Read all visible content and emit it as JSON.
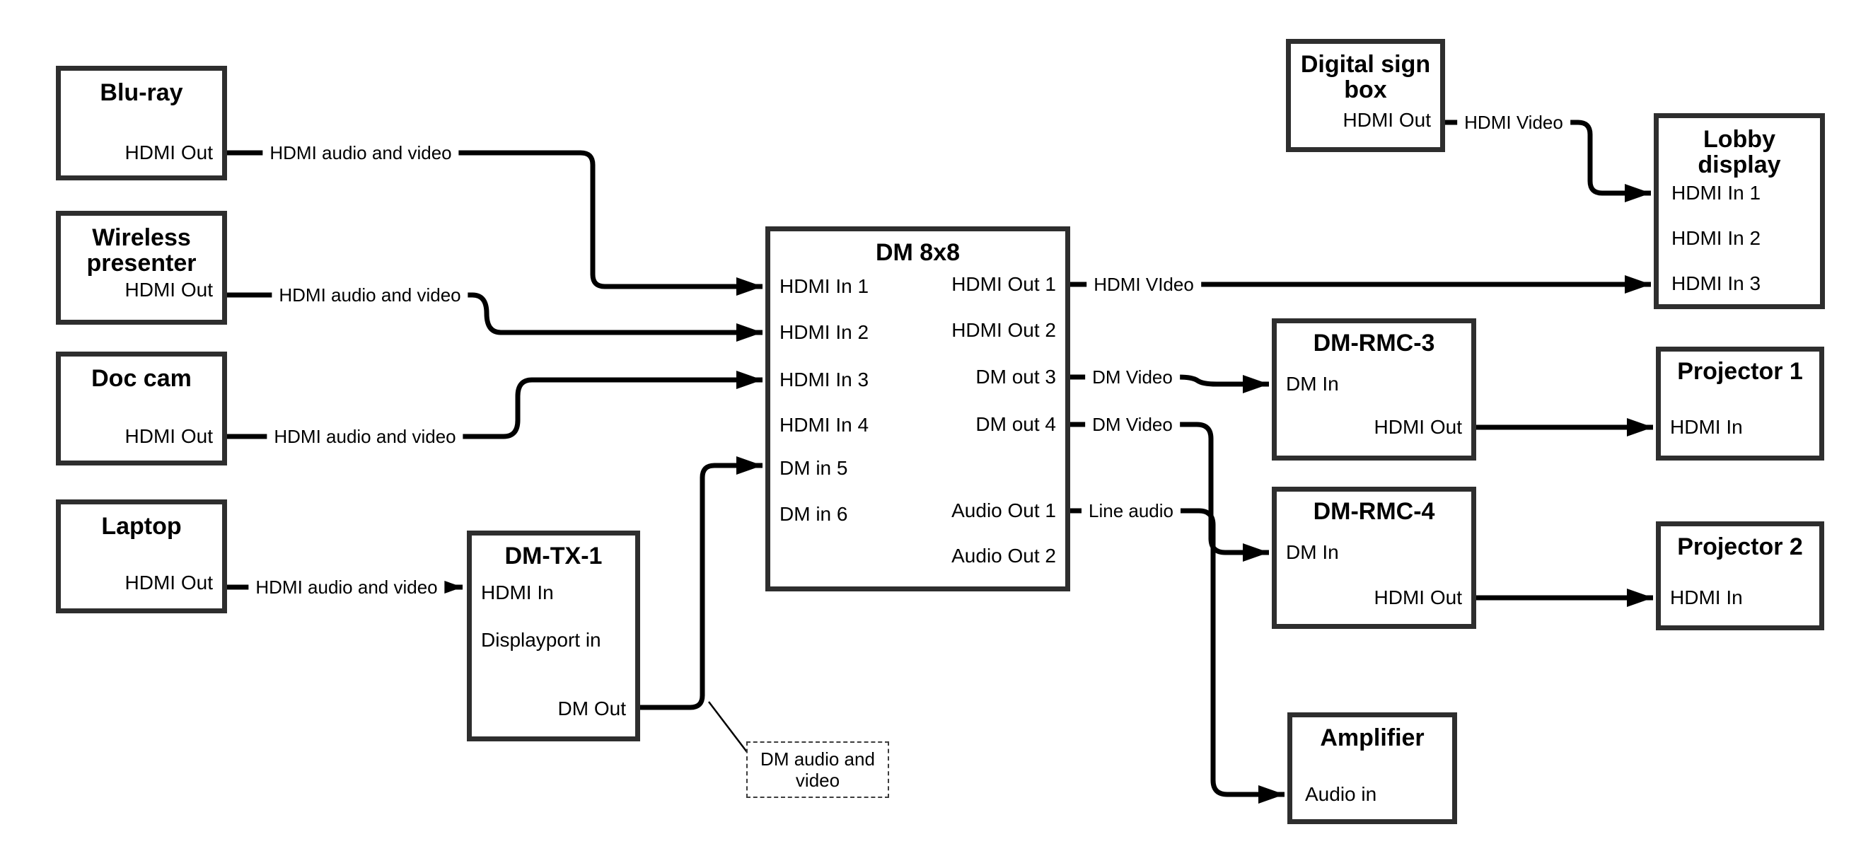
{
  "colors": {
    "wire": "#000000",
    "box_border": "#2e2e2e",
    "text": "#000000",
    "background": "#ffffff"
  },
  "nodes": {
    "bluray": {
      "title": "Blu-ray",
      "ports": {
        "hdmi_out": "HDMI Out"
      }
    },
    "wireless": {
      "title": "Wireless presenter",
      "ports": {
        "hdmi_out": "HDMI Out"
      }
    },
    "doccam": {
      "title": "Doc cam",
      "ports": {
        "hdmi_out": "HDMI Out"
      }
    },
    "laptop": {
      "title": "Laptop",
      "ports": {
        "hdmi_out": "HDMI Out"
      }
    },
    "dmtx1": {
      "title": "DM-TX-1",
      "ports": {
        "hdmi_in": "HDMI In",
        "displayport_in": "Displayport in",
        "dm_out": "DM Out"
      }
    },
    "dm8x8": {
      "title": "DM 8x8",
      "ports": {
        "hdmi_in_1": "HDMI In 1",
        "hdmi_in_2": "HDMI In 2",
        "hdmi_in_3": "HDMI In 3",
        "hdmi_in_4": "HDMI In 4",
        "dm_in_5": "DM in 5",
        "dm_in_6": "DM in 6",
        "hdmi_out_1": "HDMI Out 1",
        "hdmi_out_2": "HDMI Out 2",
        "dm_out_3": "DM out 3",
        "dm_out_4": "DM out 4",
        "audio_out_1": "Audio Out 1",
        "audio_out_2": "Audio Out 2"
      }
    },
    "digital_sign": {
      "title": "Digital sign box",
      "ports": {
        "hdmi_out": "HDMI Out"
      }
    },
    "lobby": {
      "title": "Lobby display",
      "ports": {
        "hdmi_in_1": "HDMI In 1",
        "hdmi_in_2": "HDMI In 2",
        "hdmi_in_3": "HDMI In 3"
      }
    },
    "rmc3": {
      "title": "DM-RMC-3",
      "ports": {
        "dm_in": "DM In",
        "hdmi_out": "HDMI Out"
      }
    },
    "proj1": {
      "title": "Projector 1",
      "ports": {
        "hdmi_in": "HDMI In"
      }
    },
    "rmc4": {
      "title": "DM-RMC-4",
      "ports": {
        "dm_in": "DM In",
        "hdmi_out": "HDMI Out"
      }
    },
    "proj2": {
      "title": "Projector 2",
      "ports": {
        "hdmi_in": "HDMI In"
      }
    },
    "amplifier": {
      "title": "Amplifier",
      "ports": {
        "audio_in": "Audio in"
      }
    }
  },
  "wire_labels": {
    "bluray_to_dm8x8": "HDMI audio and video",
    "wireless_to_dm8x8": "HDMI audio and video",
    "doccam_to_dm8x8": "HDMI audio and video",
    "laptop_to_dmtx1": "HDMI audio and video",
    "hdmi_out_1_to_lobby": "HDMI VIdeo",
    "digital_sign_to_lobby": "HDMI Video",
    "dm_out_3_to_rmc3": "DM Video",
    "dm_out_4_to_rmc4": "DM Video",
    "audio_out_1_to_amplifier": "Line audio"
  },
  "note": {
    "text": "DM audio and video"
  }
}
